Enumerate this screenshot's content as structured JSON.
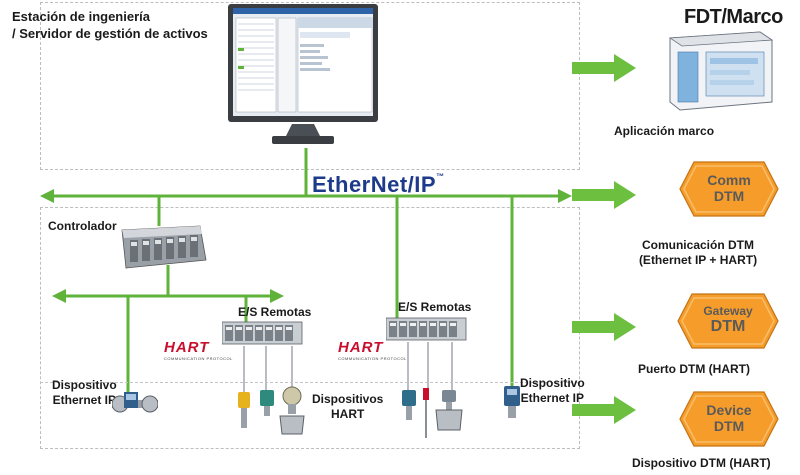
{
  "labels": {
    "engineering_station": [
      "Estación de ingeniería",
      "/ Servidor de gestión de activos"
    ],
    "ethernet_logo": "EtherNet/IP",
    "ethernet_tm": "™",
    "controller": "Controlador",
    "remote_io_1": "E/S Remotas",
    "remote_io_2": "E/S Remotas",
    "hart_logo_1": "HART",
    "hart_sub_1": "COMMUNICATION PROTOCOL",
    "hart_logo_2": "HART",
    "hart_sub_2": "COMMUNICATION PROTOCOL",
    "eth_device_left": [
      "Dispositivo",
      "Ethernet IP"
    ],
    "hart_devices": [
      "Dispositivos",
      "HART"
    ],
    "eth_device_right": [
      "Dispositivo",
      "Ethernet IP"
    ]
  },
  "right_column": {
    "frame": {
      "badge": "FDT/Marco",
      "caption": "Aplicación marco"
    },
    "comm": {
      "badge": [
        "Comm",
        "DTM"
      ],
      "caption": [
        "Comunicación DTM",
        "(Ethernet IP + HART)"
      ]
    },
    "gateway": {
      "badge": [
        "Gateway",
        "DTM"
      ],
      "caption": "Puerto DTM (HART)"
    },
    "device": {
      "badge": [
        "Device",
        "DTM"
      ],
      "caption": "Dispositivo DTM (HART)"
    }
  },
  "colors": {
    "network_green": "#5fb33b",
    "dtm_orange": "#f59c2a",
    "ethernet_blue": "#1e3a8a",
    "hart_red": "#c8102e"
  }
}
